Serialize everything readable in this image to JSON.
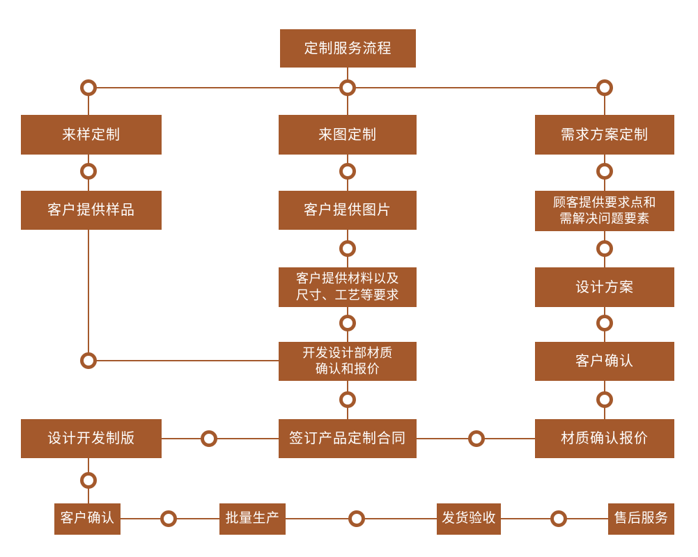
{
  "colors": {
    "accent": "#A4592C",
    "text": "#FFFFFF",
    "background": "#FFFFFF"
  },
  "diagram": {
    "root": "定制服务流程",
    "col_sample": {
      "title": "来样定制",
      "provide": "客户提供样品"
    },
    "col_image": {
      "title": "来图定制",
      "provide": "客户提供图片",
      "materials": "客户提供材料以及\n尺寸、工艺等要求",
      "dev_confirm": "开发设计部材质\n确认和报价"
    },
    "col_plan": {
      "title": "需求方案定制",
      "provide": "顾客提供要求点和\n需解决问题要素",
      "design": "设计方案",
      "confirm": "客户确认",
      "quote": "材质确认报价"
    },
    "bottom": {
      "plate": "设计开发制版",
      "contract": "签订产品定制合同",
      "confirm": "客户确认",
      "production": "批量生产",
      "delivery": "发货验收",
      "aftersales": "售后服务"
    }
  }
}
